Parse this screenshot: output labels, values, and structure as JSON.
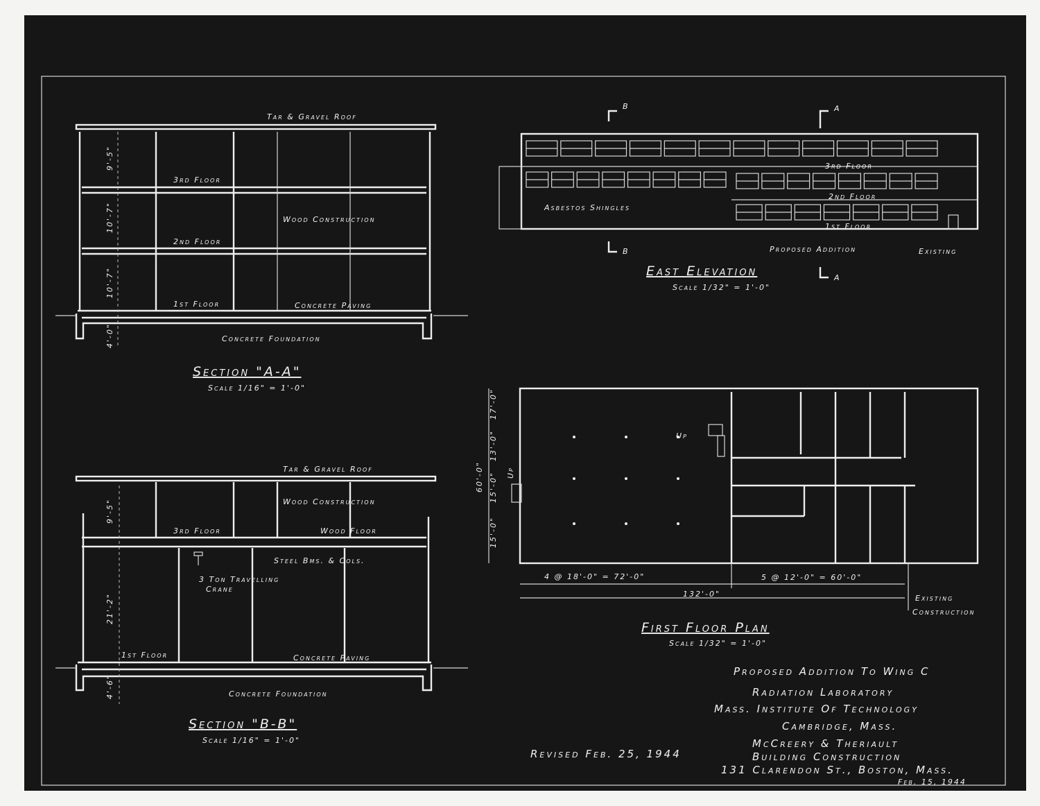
{
  "section_aa": {
    "title": "Section \"A-A\"",
    "scale": "Scale 1/16\" = 1'-0\"",
    "roof": "Tar & Gravel Roof",
    "floor3": "3rd Floor",
    "floor2": "2nd Floor",
    "floor1": "1st Floor",
    "wood": "Wood Construction",
    "paving": "Concrete Paving",
    "foundation": "Concrete Foundation",
    "dims": [
      "9'-5\"",
      "10'-7\"",
      "10'-7\"",
      "4'-0\""
    ]
  },
  "section_bb": {
    "title": "Section \"B-B\"",
    "scale": "Scale 1/16\" = 1'-0\"",
    "roof": "Tar & Gravel Roof",
    "wood": "Wood Construction",
    "floor3": "3rd Floor",
    "wood_floor": "Wood Floor",
    "steel": "Steel Bms. & Cols.",
    "crane1": "3 Ton Travelling",
    "crane2": "Crane",
    "floor1": "1st Floor",
    "paving": "Concrete Paving",
    "foundation": "Concrete Foundation",
    "dims": [
      "9'-5\"",
      "21'-2\"",
      "4'-6\""
    ]
  },
  "east_elevation": {
    "title": "East Elevation",
    "scale": "Scale 1/32\" = 1'-0\"",
    "marker_a": "A",
    "marker_b": "B",
    "shingles": "Asbestos Shingles",
    "floor3": "3rd Floor",
    "floor2": "2nd Floor",
    "floor1": "1st Floor",
    "proposed": "Proposed Addition",
    "existing": "Existing"
  },
  "floor_plan": {
    "title": "First Floor Plan",
    "scale": "Scale 1/32\" = 1'-0\"",
    "up": "Up",
    "up2": "Up",
    "dim_left": "4 @ 18'-0\" = 72'-0\"",
    "dim_right": "5 @ 12'-0\" = 60'-0\"",
    "dim_total": "132'-0\"",
    "dim_depth": "60'-0\"",
    "dims_vertical": [
      "17'-0\"",
      "13'-0\"",
      "15'-0\"",
      "15'-0\""
    ],
    "existing1": "Existing",
    "existing2": "Construction"
  },
  "title_block": {
    "line1": "Proposed Addition To Wing C",
    "line2": "Radiation Laboratory",
    "line3": "Mass. Institute Of Technology",
    "line4": "Cambridge, Mass.",
    "line5": "McCreery & Theriault",
    "line6": "Building Construction",
    "line7": "131 Clarendon St., Boston, Mass.",
    "date": "Feb. 15, 1944",
    "revised": "Revised Feb. 25, 1944"
  },
  "colors": {
    "background": "#161616",
    "ink": "#eeeeee",
    "paper": "#f4f4f2"
  }
}
